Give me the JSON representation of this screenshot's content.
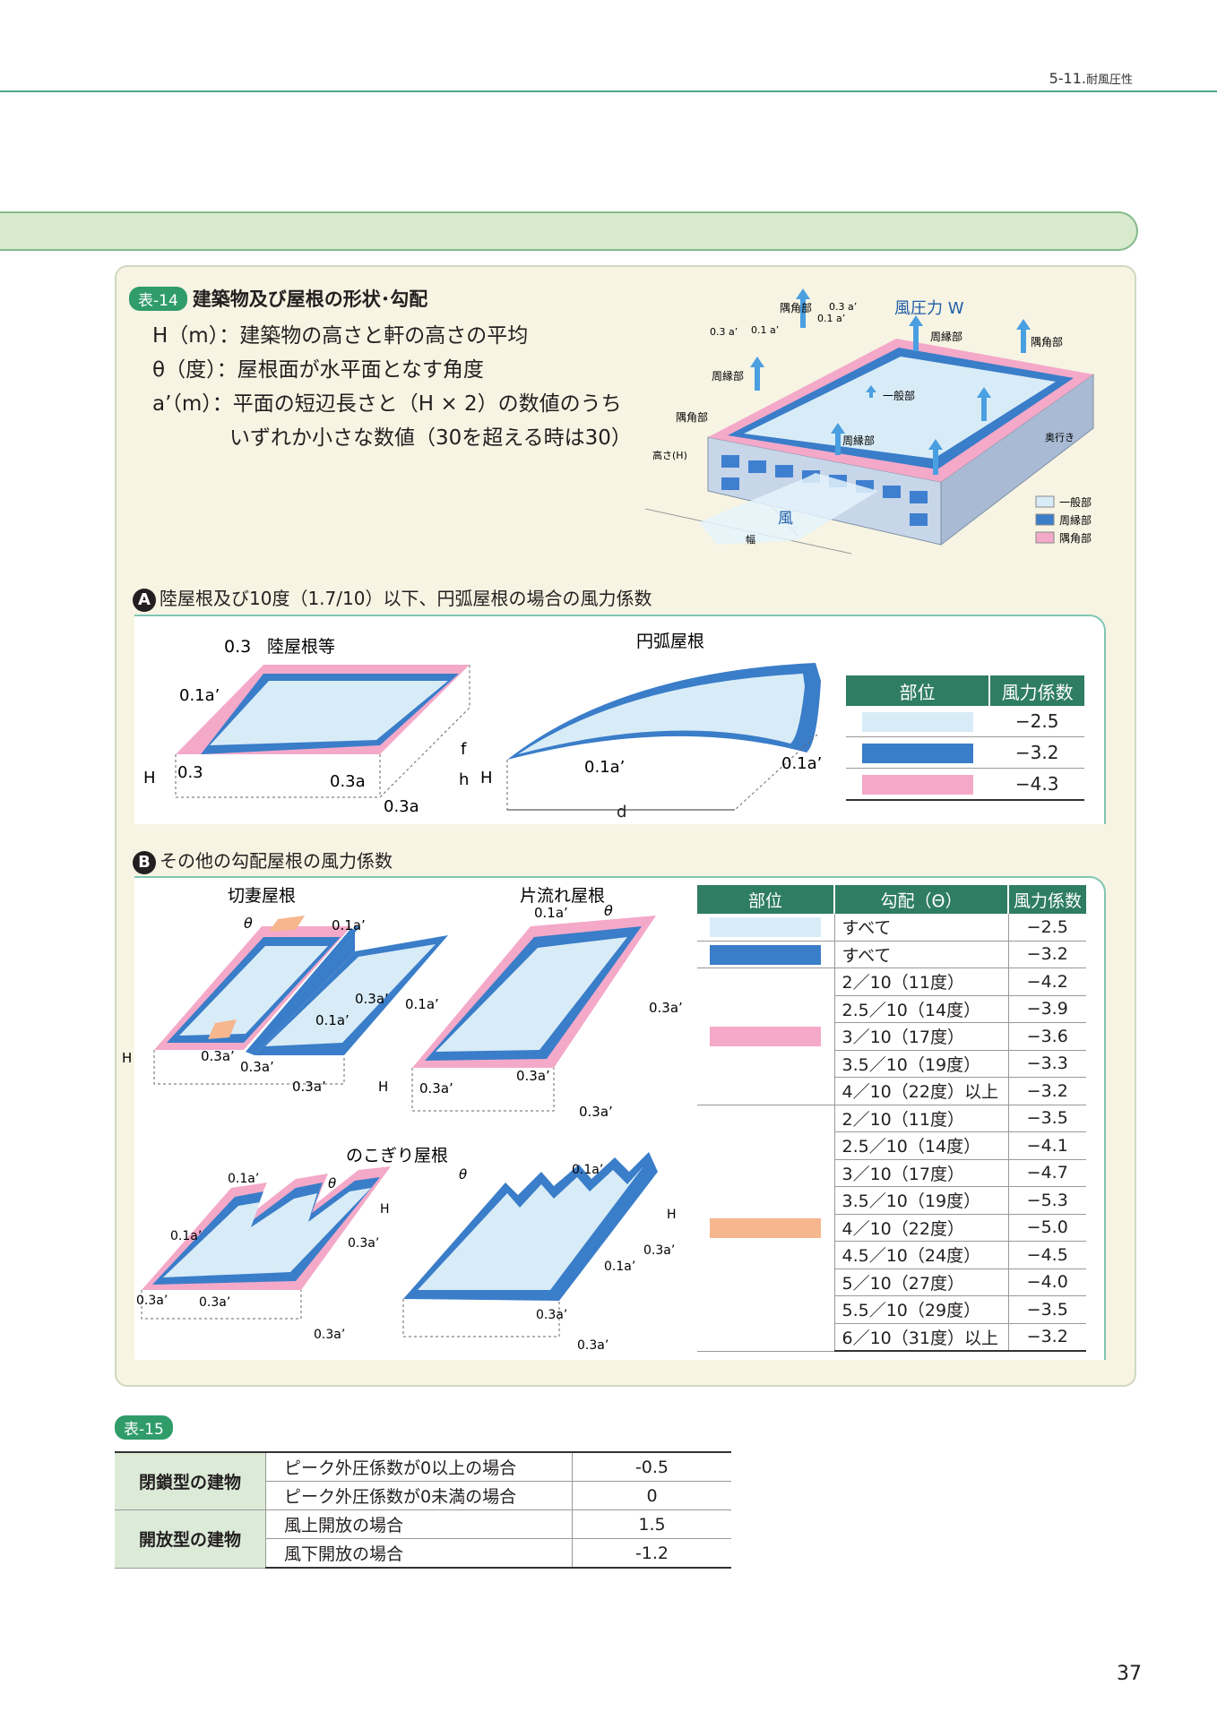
{
  "header": {
    "section": "5-11.",
    "section_title": "耐風圧性"
  },
  "table14": {
    "tag": "表-14",
    "title": "建築物及び屋根の形状･勾配",
    "defs": [
      "H（m）：建築物の高さと軒の高さの平均",
      "θ（度）：屋根面が水平面となす角度",
      "a’（m）：平面の短辺長さと（H × 2）の数値のうち",
      "いずれか小さな数値（30を超える時は30）"
    ],
    "diagram": {
      "corner": "隅角部",
      "edge": "周縁部",
      "general": "一般部",
      "wind_pressure": "風圧力 W",
      "height": "高さ(H)",
      "depth": "奥行き",
      "width": "幅",
      "wind": "風",
      "d03": "0.3 a’",
      "d01": "0.1 a’",
      "legend": [
        "一般部",
        "周縁部",
        "隅角部"
      ]
    }
  },
  "colors": {
    "general": "#d8ecf7",
    "edge": "#3a7dc9",
    "corner": "#f4a9c9",
    "saw": "#f6b68e",
    "green": "#2f7d63",
    "header_green": "#4ea58d"
  },
  "sectionA": {
    "label": "A",
    "title": "陸屋根及び10度（1.7/10）以下、円弧屋根の場合の風力係数",
    "flat_roof": "陸屋根等",
    "arc_roof": "円弧屋根",
    "labels": {
      "l03": "0.3",
      "l01a": "0.1a’",
      "H": "H",
      "l03b": "0.3",
      "l03a": "0.3a",
      "l03a2": "0.3a",
      "f": "f",
      "h": "h",
      "H2": "H",
      "l01a2": "0.1a’",
      "l01a3": "0.1a’",
      "d": "d"
    },
    "table": {
      "headers": [
        "部位",
        "風力係数"
      ],
      "values": [
        "−2.5",
        "−3.2",
        "−4.3"
      ]
    }
  },
  "sectionB": {
    "label": "B",
    "title": "その他の勾配屋根の風力係数",
    "gable": "切妻屋根",
    "shed": "片流れ屋根",
    "saw": "のこぎり屋根",
    "labels": {
      "theta": "θ",
      "a01": "0.1a’",
      "a03": "0.3a’",
      "H": "H"
    },
    "table": {
      "headers": [
        "部位",
        "勾配（Θ）",
        "風力係数"
      ],
      "rows": [
        {
          "grade": "すべて",
          "coef": "−2.5"
        },
        {
          "grade": "すべて",
          "coef": "−3.2"
        },
        {
          "grade": "2／10（11度）",
          "coef": "−4.2"
        },
        {
          "grade": "2.5／10（14度）",
          "coef": "−3.9"
        },
        {
          "grade": "3／10（17度）",
          "coef": "−3.6"
        },
        {
          "grade": "3.5／10（19度）",
          "coef": "−3.3"
        },
        {
          "grade": "4／10（22度）以上",
          "coef": "−3.2"
        },
        {
          "grade": "2／10（11度）",
          "coef": "−3.5"
        },
        {
          "grade": "2.5／10（14度）",
          "coef": "−4.1"
        },
        {
          "grade": "3／10（17度）",
          "coef": "−4.7"
        },
        {
          "grade": "3.5／10（19度）",
          "coef": "−5.3"
        },
        {
          "grade": "4／10（22度）",
          "coef": "−5.0"
        },
        {
          "grade": "4.5／10（24度）",
          "coef": "−4.5"
        },
        {
          "grade": "5／10（27度）",
          "coef": "−4.0"
        },
        {
          "grade": "5.5／10（29度）",
          "coef": "−3.5"
        },
        {
          "grade": "6／10（31度）以上",
          "coef": "−3.2"
        }
      ]
    }
  },
  "table15": {
    "tag": "表-15",
    "rows": [
      {
        "category": "閉鎖型の建物",
        "desc": "ピーク外圧係数が0以上の場合",
        "value": "-0.5"
      },
      {
        "category": "",
        "desc": "ピーク外圧係数が0未満の場合",
        "value": "0"
      },
      {
        "category": "開放型の建物",
        "desc": "風上開放の場合",
        "value": "1.5"
      },
      {
        "category": "",
        "desc": "風下開放の場合",
        "value": "-1.2"
      }
    ]
  },
  "page_number": "37"
}
